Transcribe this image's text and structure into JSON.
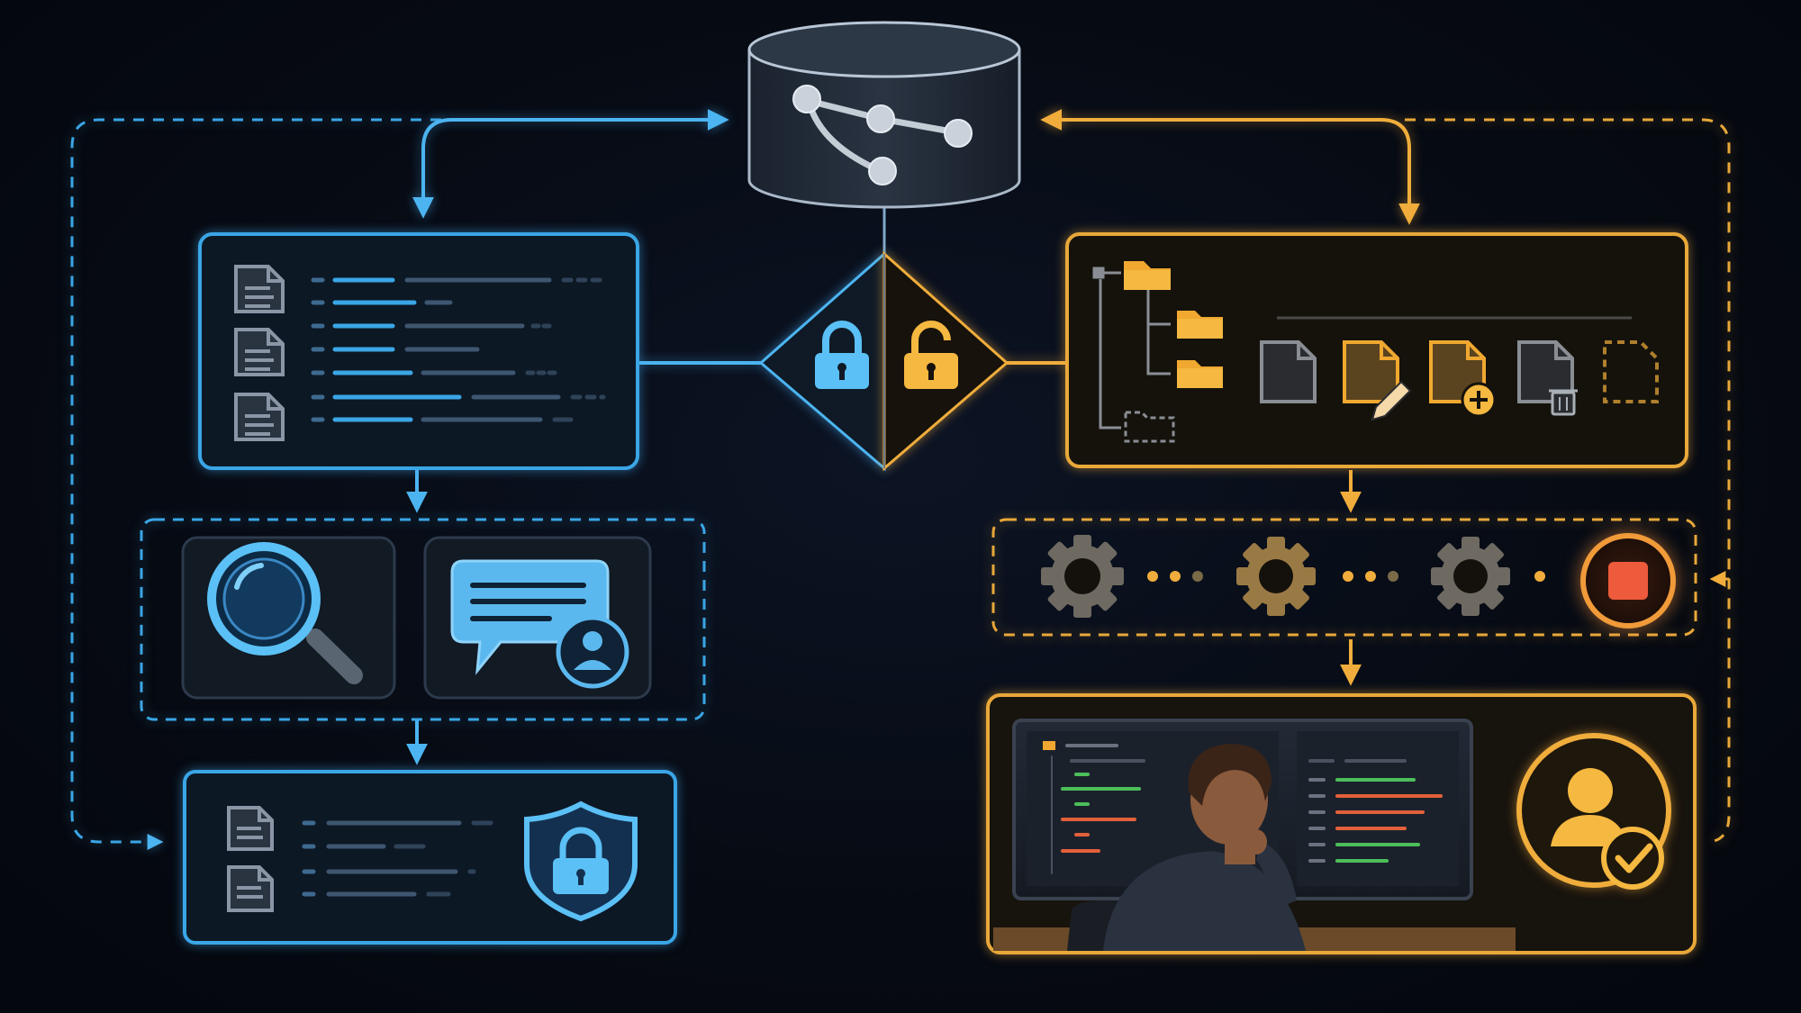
{
  "colors": {
    "background": "#060a12",
    "blue": "#3aa6e6",
    "blue_light": "#5bc0f5",
    "amber": "#e8a83a",
    "amber_light": "#f5b840",
    "grey_icon": "#8a96a6",
    "repo_fill": "#1b2330",
    "panel_fill_blue": "#0e1a28",
    "panel_fill_amber": "#16130d",
    "stop_red": "#ee5a3c"
  },
  "icons": {
    "repository": "git-branch-cylinder-icon",
    "locked": "lock-closed-icon",
    "unlocked": "lock-open-icon",
    "search": "magnifier-icon",
    "chat": "chat-user-icon",
    "shield": "shield-lock-icon",
    "gear": "gear-icon",
    "stop": "stop-icon",
    "approve": "user-check-icon",
    "developer": "developer-at-monitor-illustration",
    "file_edit": "file-edit-icon",
    "file_add": "file-add-icon",
    "file_delete": "file-delete-icon",
    "folder": "folder-icon"
  },
  "pipeline": {
    "blue_side": [
      "read-files",
      "search-and-chat",
      "secure-output"
    ],
    "amber_side": [
      "file-tree-changes",
      "gear-steps-with-stop",
      "human-review"
    ]
  }
}
